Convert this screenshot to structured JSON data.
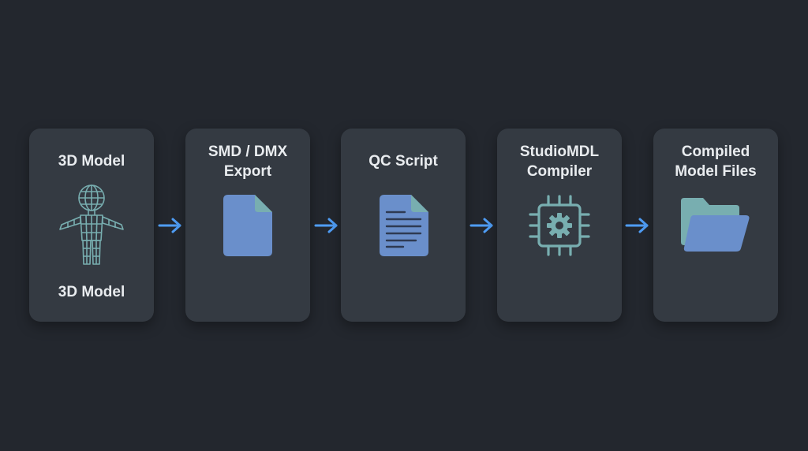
{
  "diagram": {
    "stages": [
      {
        "title": "3D Model",
        "caption": "3D Model",
        "icon": "wireframe-character-icon"
      },
      {
        "title": "SMD / DMX\nExport",
        "icon": "document-icon"
      },
      {
        "title": "QC Script",
        "icon": "text-document-icon"
      },
      {
        "title": "StudioMDL\nCompiler",
        "icon": "chip-gear-icon"
      },
      {
        "title": "Compiled\nModel Files",
        "icon": "folder-icon"
      }
    ],
    "connector_icon": "arrow-right-icon",
    "colors": {
      "background": "#23272e",
      "card": "#343a42",
      "text": "#e9ecef",
      "teal": "#78aeb0",
      "blue": "#6a8fcb",
      "arrow": "#4f9df5"
    }
  }
}
